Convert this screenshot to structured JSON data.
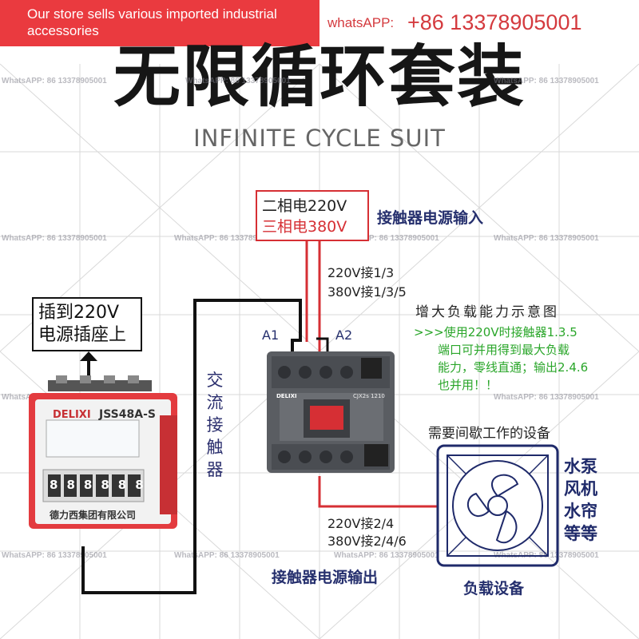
{
  "banner": {
    "store_line1": "Our store sells various imported industrial",
    "store_line2": "accessories",
    "whatsapp_label": "whatsAPP:",
    "whatsapp_number": "+86 13378905001"
  },
  "title": {
    "chinese": "无限循环套装",
    "english": "INFINITE CYCLE SUIT"
  },
  "watermark": "WhatsAPP: 86 13378905001",
  "power_input": {
    "two_phase": "二相电220V",
    "three_phase": "三相电380V",
    "label": "接触器电源输入"
  },
  "input_wiring": {
    "line_220": "220V接1/3",
    "line_380": "380V接1/3/5"
  },
  "plug": {
    "line1": "插到220V",
    "line2": "电源插座上"
  },
  "terminals": {
    "a1": "A1",
    "a2": "A2"
  },
  "load_note": {
    "title": "增大负载能力示意图",
    "line1": ">>>使用220V时接触器1.3.5",
    "line2": "端口可并用得到最大负载",
    "line3": "能力，零线直通；输出2.4.6",
    "line4": "也并用！！"
  },
  "contactor_label": [
    "交",
    "流",
    "接",
    "触",
    "器"
  ],
  "timer": {
    "brand": "DELIXI",
    "model": "JSS48A-S",
    "maker": "德力西集团有限公司",
    "digits": [
      "8",
      "8",
      "8",
      "8",
      "8",
      "8"
    ]
  },
  "contactor_device": {
    "brand": "DELIXI",
    "model": "CJX2s 1210"
  },
  "device_need": "需要间歇工作的设备",
  "devices": [
    "水泵",
    "风机",
    "水帘",
    "等等"
  ],
  "output_wiring": {
    "line_220": "220V接2/4",
    "line_380": "380V接2/4/6",
    "label": "接触器电源输出"
  },
  "load_label": "负载设备",
  "colors": {
    "banner_red": "#ea3a3f",
    "wire_red": "#d62f34",
    "wire_black": "#111111",
    "navy_text": "#26306e",
    "note_green": "#2aa62a"
  }
}
